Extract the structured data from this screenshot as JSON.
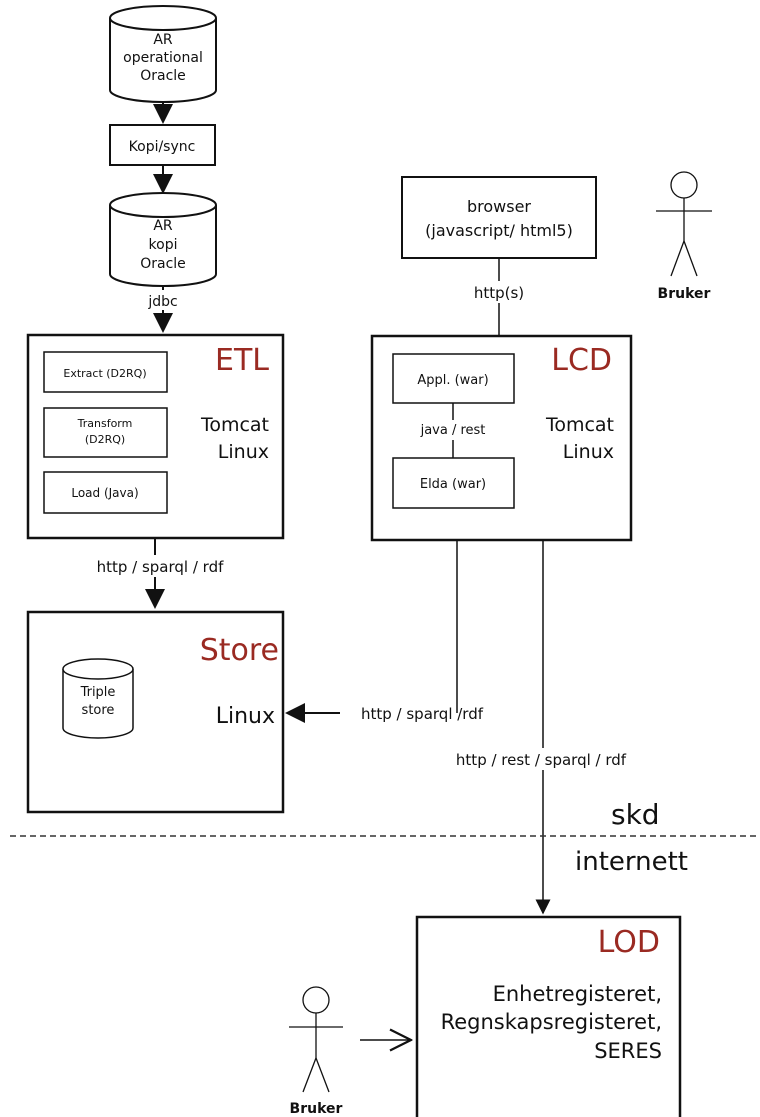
{
  "nodes": {
    "ar_operational": [
      "AR",
      "operational",
      "Oracle"
    ],
    "kopi_sync": "Kopi/sync",
    "ar_kopi": [
      "AR",
      "kopi",
      "Oracle"
    ],
    "browser": [
      "browser",
      "(javascript/ html5)"
    ],
    "etl": {
      "title": "ETL",
      "extract": "Extract (D2RQ)",
      "transform": [
        "Transform",
        "(D2RQ)"
      ],
      "load": "Load (Java)",
      "platform": [
        "Tomcat",
        "Linux"
      ]
    },
    "lcd": {
      "title": "LCD",
      "appl": "Appl. (war)",
      "link": "java / rest",
      "elda": "Elda (war)",
      "platform": [
        "Tomcat",
        "Linux"
      ]
    },
    "store": {
      "title": "Store",
      "triple": [
        "Triple",
        "store"
      ],
      "platform": "Linux"
    },
    "lod": {
      "title": "LOD",
      "lines": [
        "Enhetregisteret,",
        "Regnskapsregisteret,",
        "SERES"
      ]
    }
  },
  "edges": {
    "jdbc": "jdbc",
    "https": "http(s)",
    "etl_store": "http / sparql / rdf",
    "lcd_store": "http / sparql /rdf",
    "lcd_lod": "http / rest / sparql / rdf"
  },
  "zones": {
    "upper": "skd",
    "lower": "internett"
  },
  "actors": {
    "top": "Bruker",
    "bottom": "Bruker"
  }
}
